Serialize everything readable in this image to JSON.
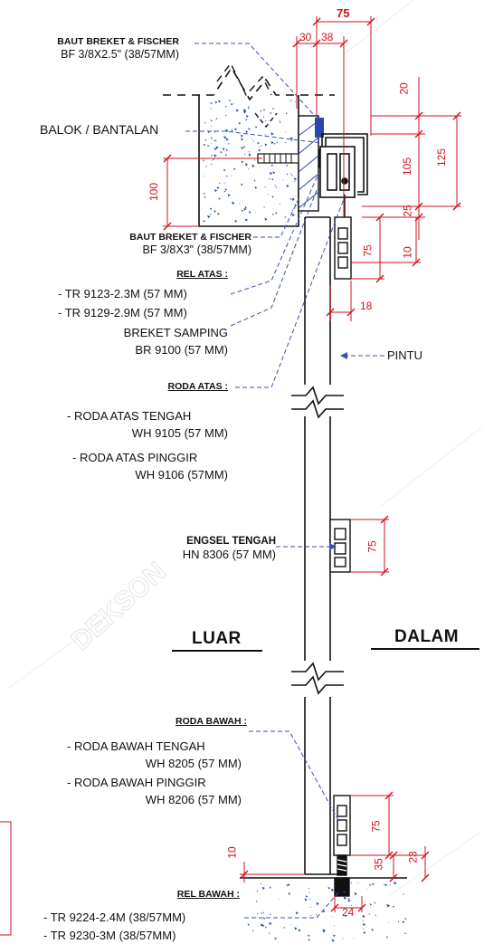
{
  "labels": {
    "baut_top_title": "BAUT BREKET & FISCHER",
    "baut_top_spec": "BF 3/8X2.5\" (38/57MM)",
    "balok": "BALOK / BANTALAN",
    "baut_mid_title": "BAUT BREKET & FISCHER",
    "baut_mid_spec": "BF 3/8X3\" (38/57MM)",
    "rel_atas_title": "REL ATAS :",
    "rel_atas_1": "- TR 9123-2.3M (57 MM)",
    "rel_atas_2": "- TR 9129-2.9M (57 MM)",
    "breket_1": "BREKET SAMPING",
    "breket_2": "BR 9100 (57 MM)",
    "pintu": "PINTU",
    "roda_atas_title": "RODA ATAS :",
    "roda_atas_1a": "- RODA ATAS TENGAH",
    "roda_atas_1b": "WH 9105 (57 MM)",
    "roda_atas_2a": "- RODA ATAS PINGGIR",
    "roda_atas_2b": "WH 9106 (57MM)",
    "engsel_title": "ENGSEL TENGAH",
    "engsel_spec": "HN 8306 (57 MM)",
    "luar": "LUAR",
    "dalam": "DALAM",
    "roda_bawah_title": "RODA BAWAH :",
    "roda_bawah_1a": "- RODA BAWAH TENGAH",
    "roda_bawah_1b": "WH 8205 (57 MM)",
    "roda_bawah_2a": "- RODA BAWAH PINGGIR",
    "roda_bawah_2b": "WH 8206 (57 MM)",
    "rel_bawah_title": "REL BAWAH :",
    "rel_bawah_1": "- TR 9224-2.4M (38/57MM)",
    "rel_bawah_2": "- TR 9230-3M (38/57MM)"
  },
  "dimensions": {
    "d75_top": "75",
    "d30": "30",
    "d38": "38",
    "d20": "20",
    "d125": "125",
    "d105": "105",
    "d100": "100",
    "d25": "25",
    "d10_top": "10",
    "d75_hinge_top": "75",
    "d18": "18",
    "d75_engsel": "75",
    "d75_bottom": "75",
    "d10_bottom": "10",
    "d35": "35",
    "d23": "23",
    "d24": "24"
  },
  "watermark": "DEKSON",
  "colors": {
    "dimension": "#d0121b",
    "leader": "#3a4fb5",
    "concrete_speck": "#1d4fa0",
    "line": "#111111"
  }
}
